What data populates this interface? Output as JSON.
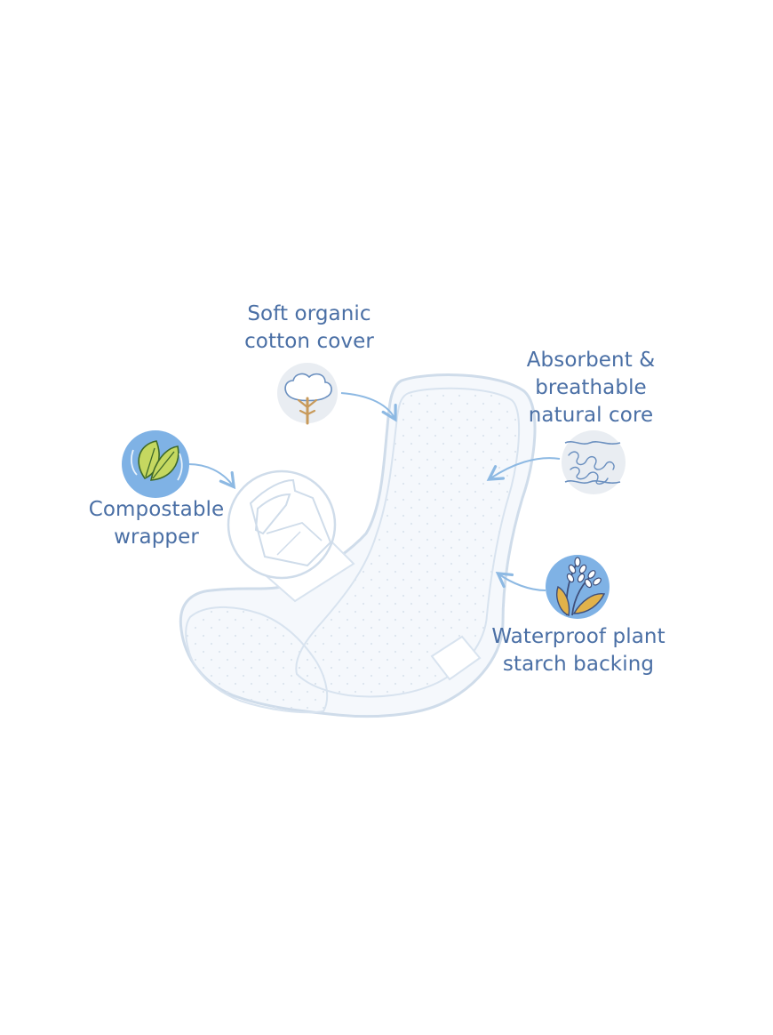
{
  "diagram": {
    "colors": {
      "text": "#4a6fa5",
      "arrow": "#8db9e3",
      "pad_outline": "#cfdcea",
      "pad_fill": "#f5f8fc",
      "icon_circle_blue": "#7fb2e5",
      "icon_circle_grey": "#e9edf2",
      "cotton_stem": "#c89a5b",
      "leaf_fill": "#c5d860",
      "wheat_fill": "#e2b24a"
    },
    "labels": {
      "cotton_cover": {
        "line1": "Soft organic",
        "line2": "cotton cover"
      },
      "core": {
        "line1": "Absorbent &",
        "line2": "breathable",
        "line3": "natural core"
      },
      "wrapper": {
        "line1": "Compostable",
        "line2": "wrapper"
      },
      "backing": {
        "line1": "Waterproof plant",
        "line2": "starch backing"
      }
    },
    "icons": {
      "cotton": "cotton-boll-icon",
      "core": "fiber-core-icon",
      "wrapper": "leaf-recycle-icon",
      "backing": "wheat-plant-icon",
      "wrapper_detail": "folded-wrapper-icon"
    }
  }
}
